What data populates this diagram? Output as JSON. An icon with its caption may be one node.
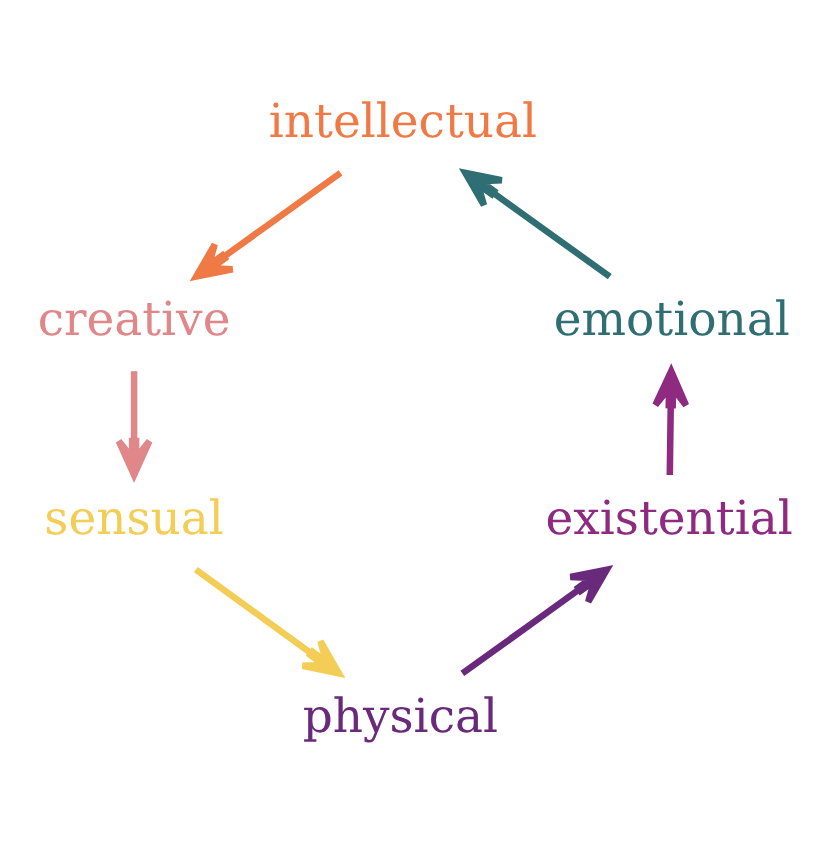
{
  "diagram": {
    "nodes": [
      {
        "text": [
          "intellectual"
        ]
      },
      {
        "text": [
          "emotional"
        ]
      },
      {
        "text": [
          "existential"
        ]
      },
      {
        "text": [
          "physical"
        ]
      },
      {
        "text": [
          "sensual"
        ]
      },
      {
        "text": [
          "creative"
        ]
      }
    ],
    "edges": [
      {
        "from": 0,
        "to": 5,
        "arrow": "to",
        "color": "#f07a45"
      },
      {
        "from": 1,
        "to": 0,
        "arrow": "to",
        "color": "#2f6f74"
      },
      {
        "from": 2,
        "to": 1,
        "arrow": "to",
        "color": "#8e2a80"
      },
      {
        "from": 3,
        "to": 2,
        "arrow": "to",
        "color": "#6a2a7c"
      },
      {
        "from": 4,
        "to": 3,
        "arrow": "to",
        "color": "#f3cd55"
      },
      {
        "from": 5,
        "to": 4,
        "arrow": "to",
        "color": "#e0878a"
      }
    ]
  }
}
